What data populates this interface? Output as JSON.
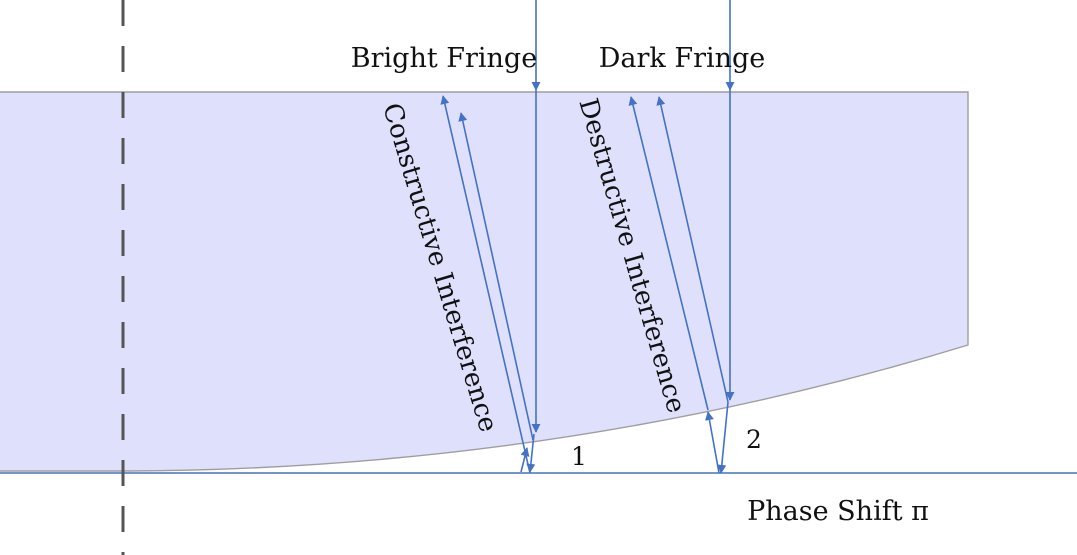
{
  "colors": {
    "lens_fill": "#dfe0fb",
    "lens_edge": "#9e9e9e",
    "ray": "#4472c4",
    "axis": "#555555",
    "text": "#111111"
  },
  "labels": {
    "bright_fringe": "Bright Fringe",
    "dark_fringe": "Dark Fringe",
    "constructive": "Constructive Interference",
    "destructive": "Destructive Interference",
    "point_1": "1",
    "point_2": "2",
    "phase_shift": "Phase Shift π"
  }
}
